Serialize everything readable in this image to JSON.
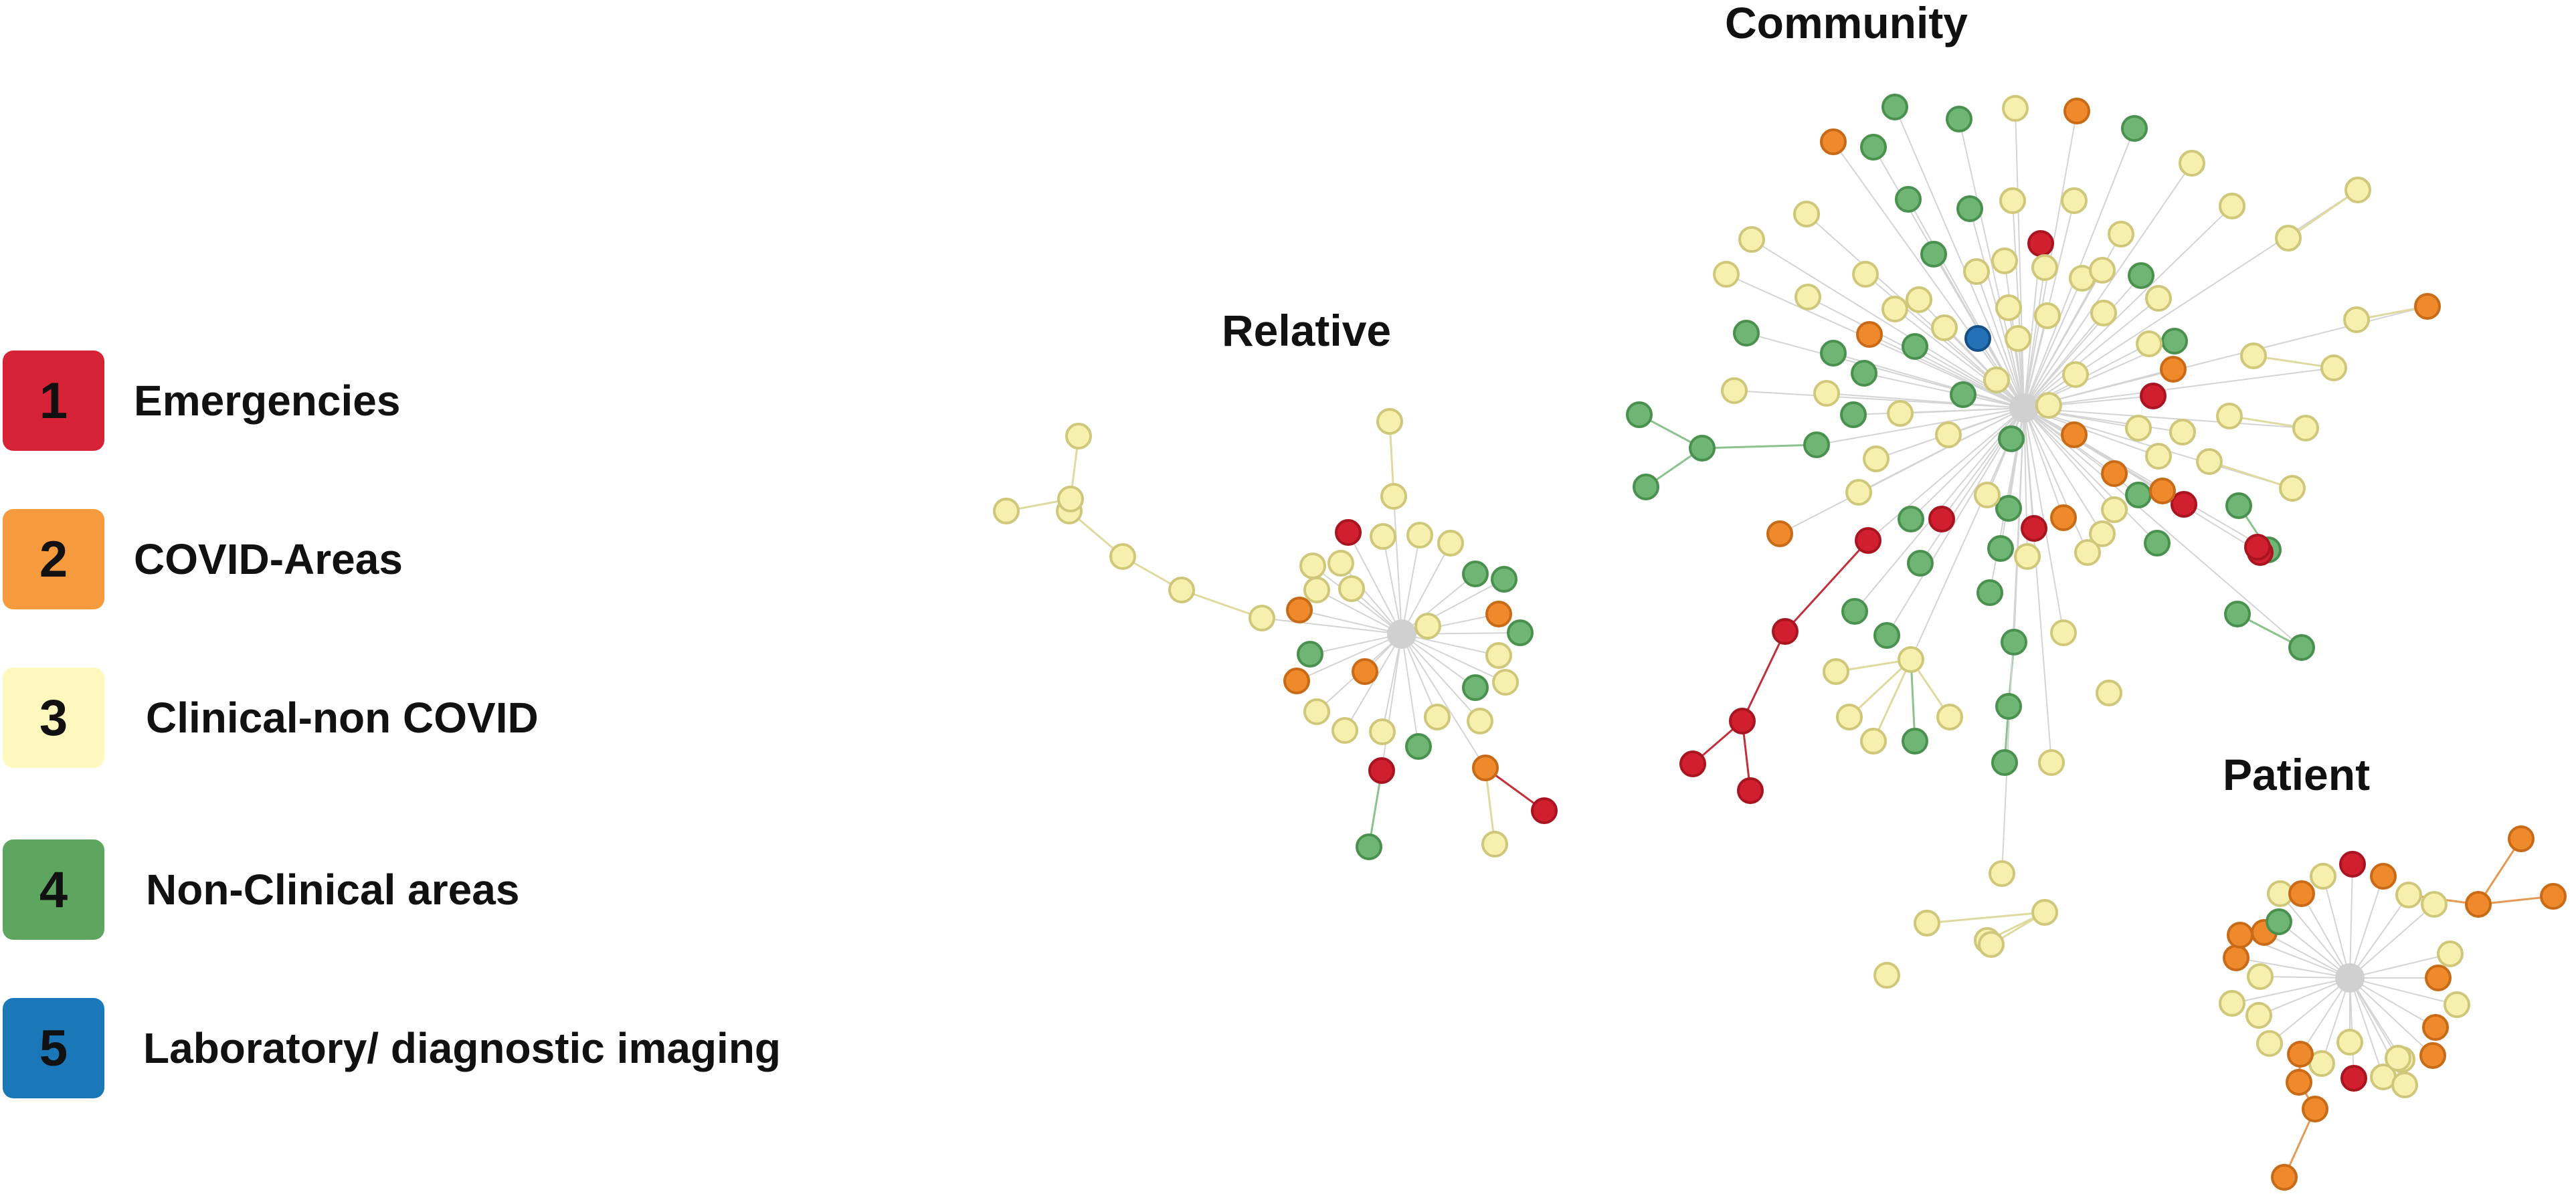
{
  "legend": [
    {
      "number": "1",
      "label": "Emergencies",
      "color": "#d62237"
    },
    {
      "number": "2",
      "label": "COVID-Areas",
      "color": "#f59a3d"
    },
    {
      "number": "3",
      "label": "Clinical-non COVID",
      "color": "#fcf8be"
    },
    {
      "number": "4",
      "label": "Non-Clinical areas",
      "color": "#5ea660"
    },
    {
      "number": "5",
      "label": "Laboratory/ diagnostic imaging",
      "color": "#1a78b8"
    }
  ],
  "clusters": {
    "community": "Community",
    "relative": "Relative",
    "patient": "Patient"
  },
  "node_colors": {
    "emergencies": "#d02030",
    "covid_areas": "#ee8a2c",
    "clinical_non_covid": "#f5f0ae",
    "non_clinical": "#6fb574",
    "laboratory": "#2571b5",
    "hub": "#d0d0d0"
  }
}
